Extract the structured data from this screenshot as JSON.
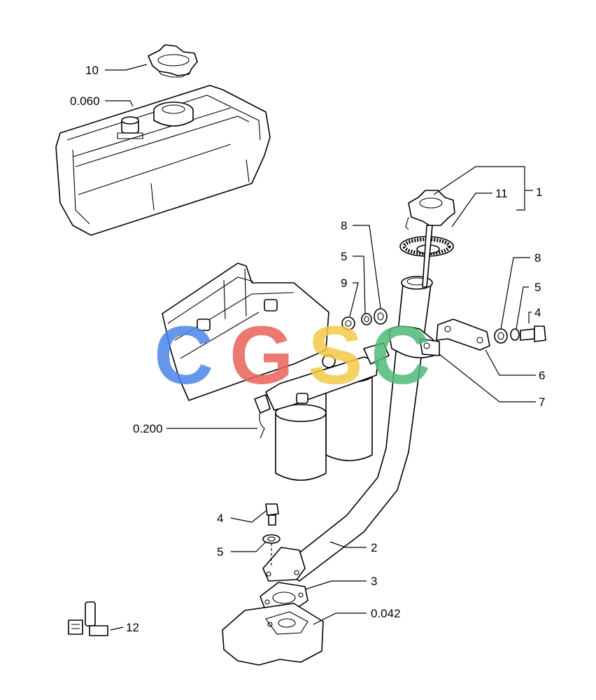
{
  "callouts": {
    "c10": "10",
    "c0060": "0.060",
    "c1": "1",
    "c11": "11",
    "c8a": "8",
    "c5a": "5",
    "c9": "9",
    "c8b": "8",
    "c5b": "5",
    "c4a": "4",
    "c6": "6",
    "c7": "7",
    "c0200": "0.200",
    "c4b": "4",
    "c5c": "5",
    "c2": "2",
    "c3": "3",
    "c0042": "0.042",
    "c12": "12"
  },
  "watermark": {
    "letters": [
      "C",
      "G",
      "S",
      "C"
    ],
    "colors": [
      "#4a86e8",
      "#e8625a",
      "#f4c94a",
      "#4fb978"
    ]
  },
  "colors": {
    "line": "#000000",
    "background": "#ffffff"
  }
}
